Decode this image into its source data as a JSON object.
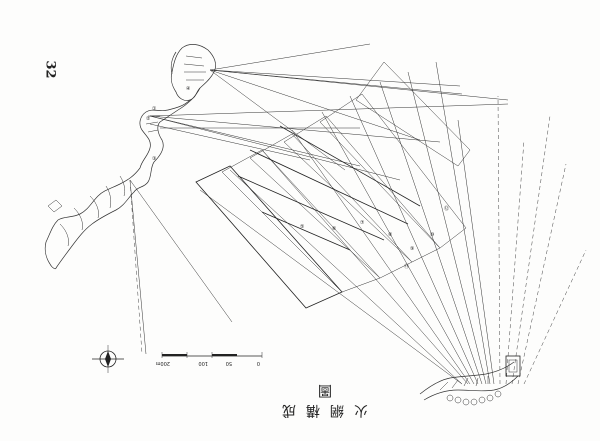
{
  "page_number": "32",
  "title": "火網構成圖",
  "scale_bar": {
    "ticks": [
      "0",
      "50",
      "100",
      "200m"
    ]
  },
  "emplacement_marks": [
    "①",
    "②",
    "③",
    "④",
    "⑤",
    "⑥",
    "⑦",
    "⑧",
    "⑨",
    "⑩",
    "⑪",
    "⑫"
  ]
}
